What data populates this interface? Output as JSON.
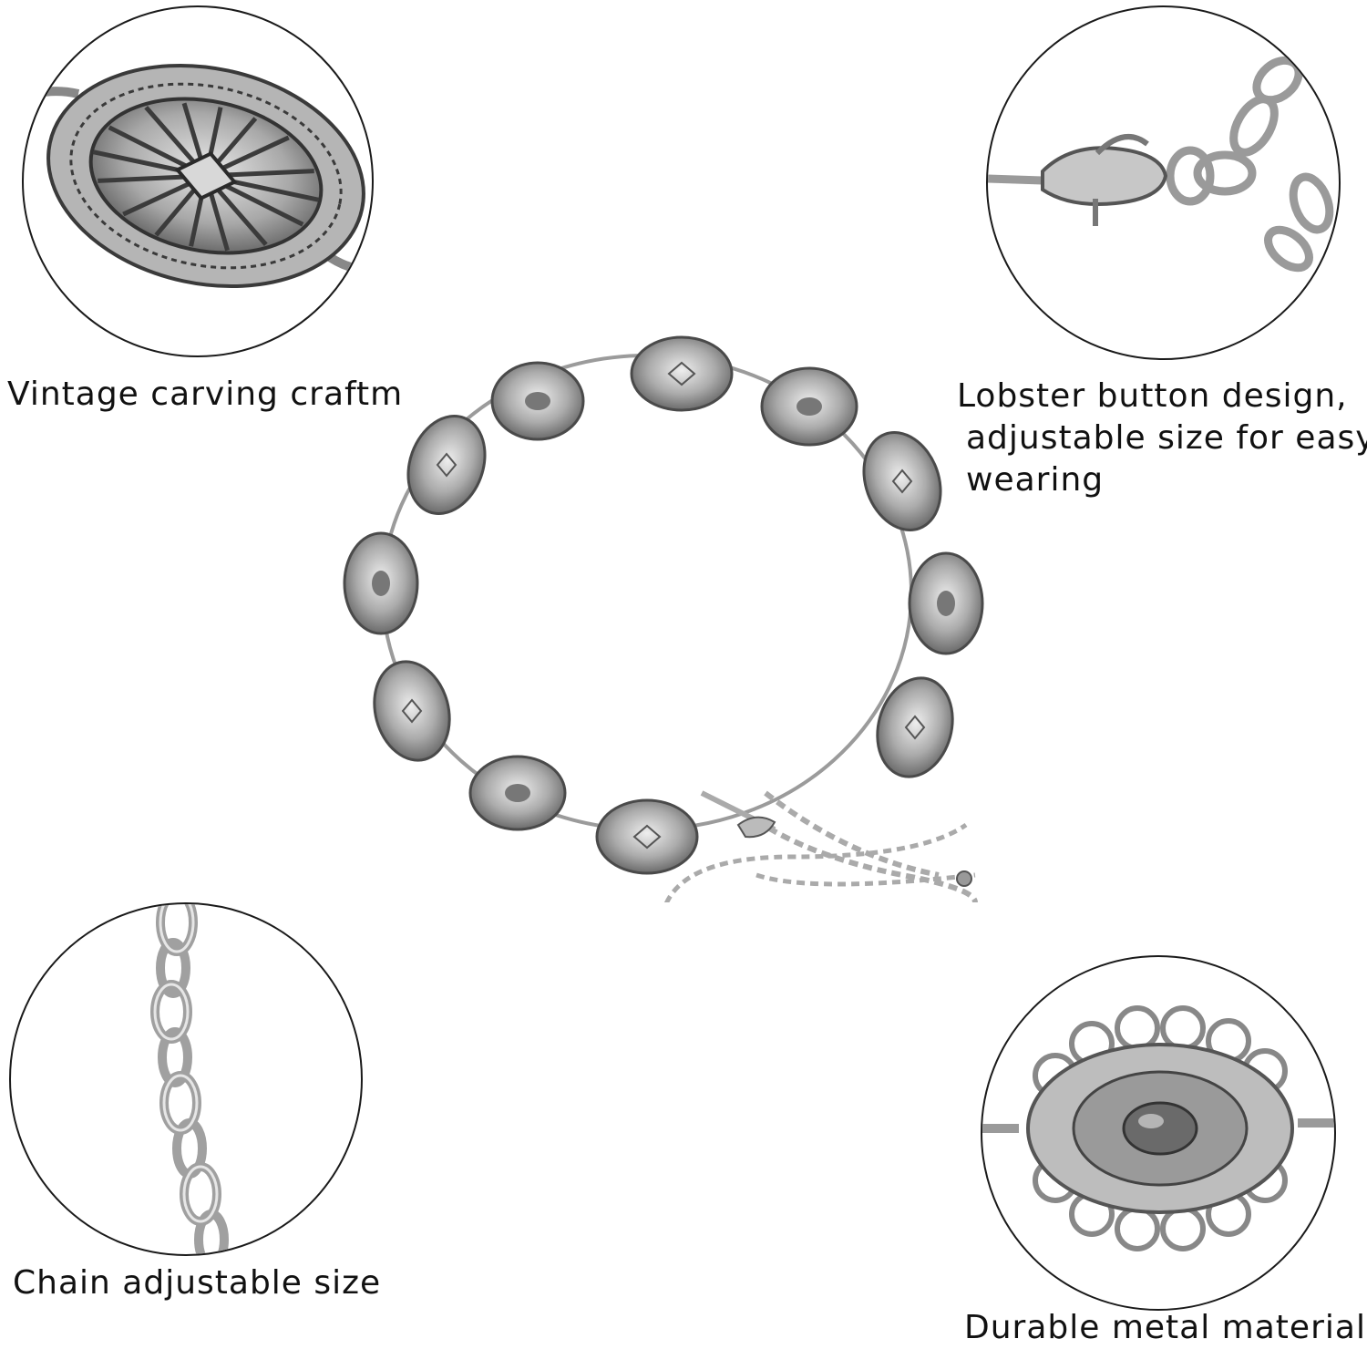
{
  "captions": {
    "vintage": "Vintage carving craftm",
    "lobster_line1": "Lobster button design,",
    "lobster_line2": "adjustable size for easy",
    "lobster_line3": "wearing",
    "chain": "Chain adjustable size",
    "durable": "Durable metal material"
  },
  "colors": {
    "outline": "#1a1a1a",
    "silver_light": "#d9d9d9",
    "silver_mid": "#a6a6a6",
    "silver_dark": "#4a4a4a"
  }
}
